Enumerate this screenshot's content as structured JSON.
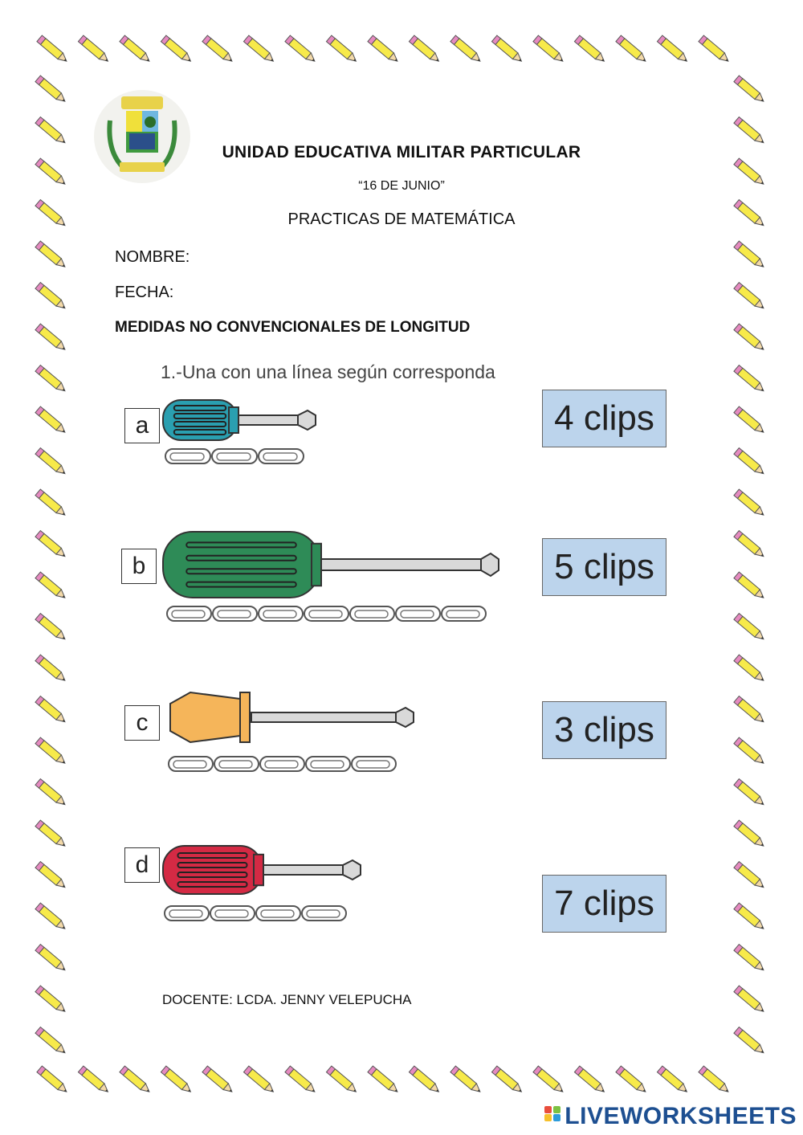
{
  "header": {
    "school": "UNIDAD EDUCATIVA MILITAR PARTICULAR",
    "school_sub": "“16 DE JUNIO”",
    "subject": "PRACTICAS  DE MATEMÁTICA"
  },
  "form": {
    "name_label": "NOMBRE:",
    "date_label": "FECHA:"
  },
  "topic": "MEDIDAS NO CONVENCIONALES DE LONGITUD",
  "instruction": "1.-Una con una línea según corresponda",
  "items": [
    {
      "letter": "a",
      "handle_color": "#2a9fb0",
      "clips": 3
    },
    {
      "letter": "b",
      "handle_color": "#2e8b57",
      "clips": 7
    },
    {
      "letter": "c",
      "handle_color": "#f5b55a",
      "clips": 5
    },
    {
      "letter": "d",
      "handle_color": "#d42a44",
      "clips": 4
    }
  ],
  "options": [
    "4 clips",
    "5 clips",
    "3 clips",
    "7 clips"
  ],
  "teacher": "DOCENTE: LCDA. JENNY VELEPUCHA",
  "brand": "LIVEWORKSHEETS",
  "colors": {
    "option_bg": "#bcd4ec",
    "pencil": "#f7ea4a",
    "eraser": "#e58ac0",
    "brand": "#1d4f91"
  }
}
